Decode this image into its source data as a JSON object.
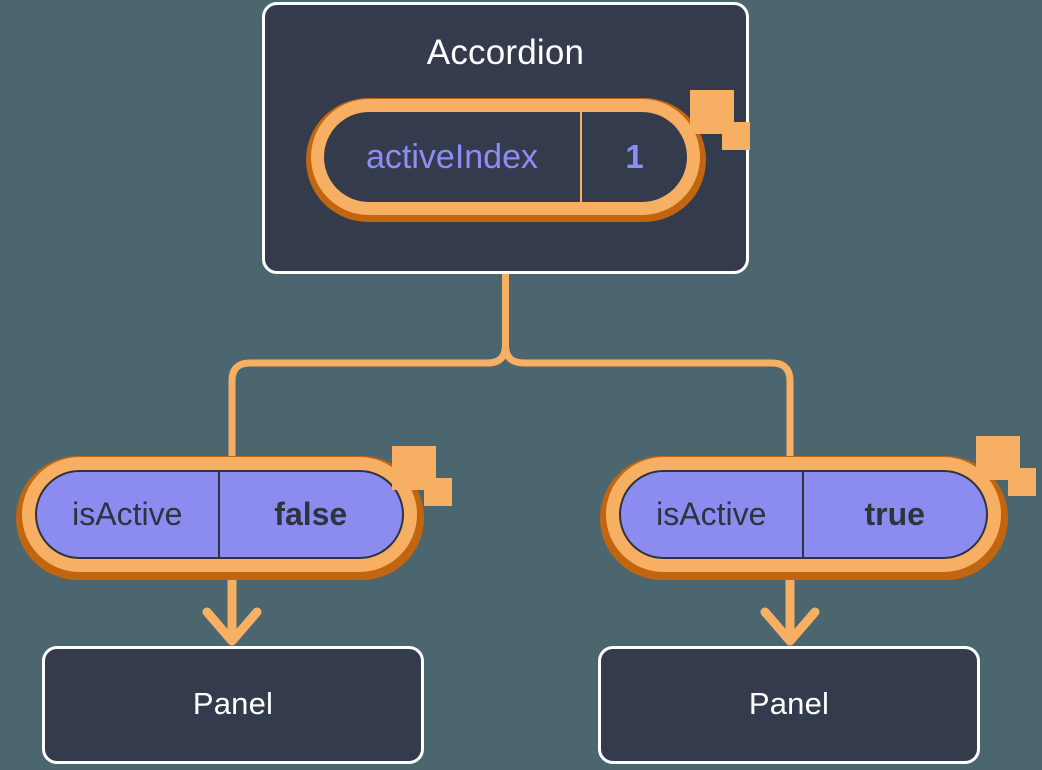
{
  "diagram": {
    "type": "component-state-tree",
    "background_color": "#4c6670",
    "accent_color": "#f7b063",
    "accent_shadow_color": "#c2650f",
    "card_color": "#343b4c",
    "pill_fill_color": "#8c8cf0",
    "key_text_color": "#8d8df5"
  },
  "root": {
    "title": "Accordion",
    "state": {
      "key": "activeIndex",
      "value": "1"
    }
  },
  "children": [
    {
      "state": {
        "key": "isActive",
        "value": "false"
      },
      "title": "Panel"
    },
    {
      "state": {
        "key": "isActive",
        "value": "true"
      },
      "title": "Panel"
    }
  ],
  "icons": {
    "sparkle_large": "sparkle-icon",
    "sparkle_small": "sparkle-icon",
    "arrow": "arrow-down-icon"
  }
}
